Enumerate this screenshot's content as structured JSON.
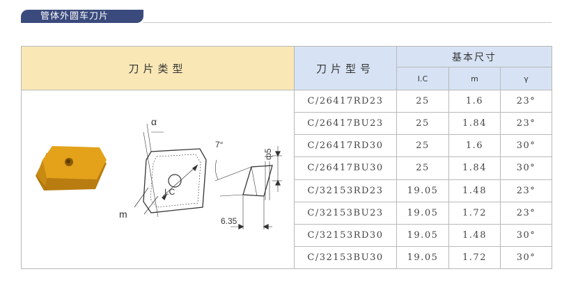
{
  "section_title": "管体外圆车刀片",
  "headers": {
    "insert_type": "刀片类型",
    "model": "刀片型号",
    "dimensions": "基本尺寸",
    "ic": "I.C",
    "m": "m",
    "gamma": "γ"
  },
  "drawing_labels": {
    "alpha": "α",
    "angle": "7°",
    "ic": "I.C",
    "m": "m",
    "diameter": "ф5",
    "thickness": "6.35"
  },
  "colors": {
    "tab": "#3a4a7c",
    "type_header": "#f9e8b6",
    "spec_header": "#d7e3f4",
    "insert_gold": "#e3a21a"
  },
  "rows": [
    {
      "model": "C/26417RD23",
      "ic": "25",
      "m": "1.6",
      "gamma": "23°"
    },
    {
      "model": "C/26417BU23",
      "ic": "25",
      "m": "1.84",
      "gamma": "23°"
    },
    {
      "model": "C/26417RD30",
      "ic": "25",
      "m": "1.6",
      "gamma": "30°"
    },
    {
      "model": "C/26417BU30",
      "ic": "25",
      "m": "1.84",
      "gamma": "30°"
    },
    {
      "model": "C/32153RD23",
      "ic": "19.05",
      "m": "1.48",
      "gamma": "23°"
    },
    {
      "model": "C/32153BU23",
      "ic": "19.05",
      "m": "1.72",
      "gamma": "23°"
    },
    {
      "model": "C/32153RD30",
      "ic": "19.05",
      "m": "1.48",
      "gamma": "30°"
    },
    {
      "model": "C/32153BU30",
      "ic": "19.05",
      "m": "1.72",
      "gamma": "30°"
    }
  ]
}
